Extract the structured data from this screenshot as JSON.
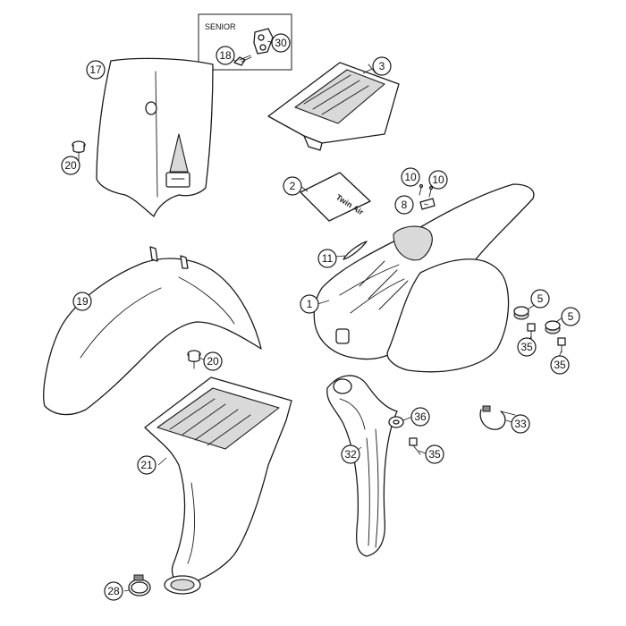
{
  "senior_box": {
    "label": "SENIOR"
  },
  "sticker": {
    "text": "Twin Air"
  },
  "callouts": [
    {
      "id": "c17",
      "number": "17"
    },
    {
      "id": "c18",
      "number": "18"
    },
    {
      "id": "c30",
      "number": "30"
    },
    {
      "id": "c3",
      "number": "3"
    },
    {
      "id": "c20a",
      "number": "20"
    },
    {
      "id": "c2",
      "number": "2"
    },
    {
      "id": "c10a",
      "number": "10"
    },
    {
      "id": "c10b",
      "number": "10"
    },
    {
      "id": "c8",
      "number": "8"
    },
    {
      "id": "c11",
      "number": "11"
    },
    {
      "id": "c19",
      "number": "19"
    },
    {
      "id": "c1",
      "number": "1"
    },
    {
      "id": "c5a",
      "number": "5"
    },
    {
      "id": "c5b",
      "number": "5"
    },
    {
      "id": "c35a",
      "number": "35"
    },
    {
      "id": "c35b",
      "number": "35"
    },
    {
      "id": "c20b",
      "number": "20"
    },
    {
      "id": "c36",
      "number": "36"
    },
    {
      "id": "c33",
      "number": "33"
    },
    {
      "id": "c35c",
      "number": "35"
    },
    {
      "id": "c21",
      "number": "21"
    },
    {
      "id": "c32",
      "number": "32"
    },
    {
      "id": "c28",
      "number": "28"
    }
  ]
}
